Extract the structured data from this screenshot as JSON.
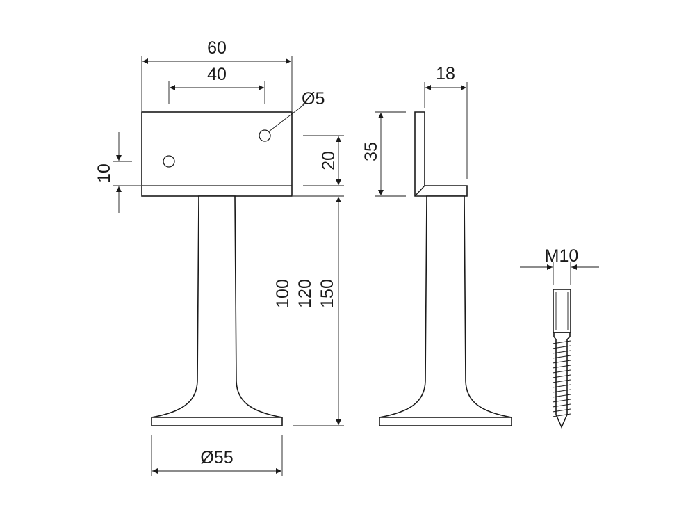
{
  "dimensions": {
    "plate_width": "60",
    "hole_spacing": "40",
    "hole_diameter": "Ø5",
    "hole_offset": "10",
    "plate_height_front": "20",
    "plate_height_side": "35",
    "plate_depth": "18",
    "height_1": "100",
    "height_2": "120",
    "height_3": "150",
    "base_diameter": "Ø55",
    "screw_thread": "M10"
  },
  "colors": {
    "line": "#1a1a1a",
    "background": "#ffffff"
  }
}
